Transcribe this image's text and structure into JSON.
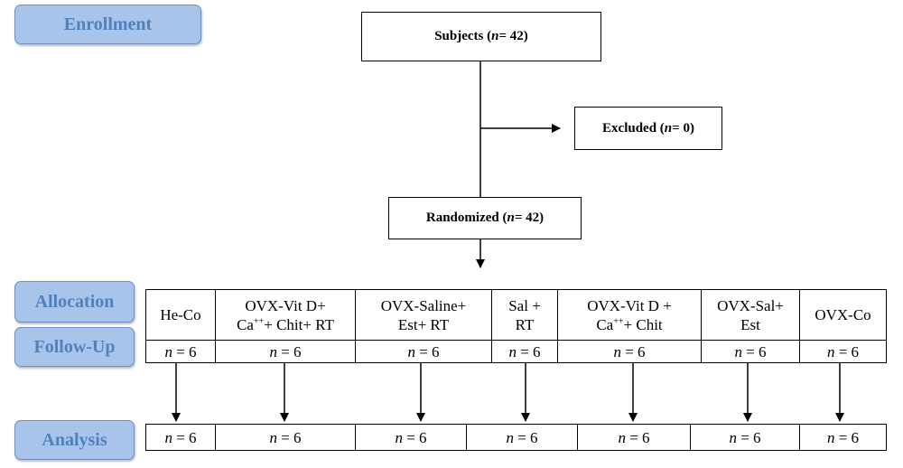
{
  "stages": {
    "enrollment": "Enrollment",
    "allocation": "Allocation",
    "follow_up": "Follow-Up",
    "analysis": "Analysis"
  },
  "subjects": {
    "label": "Subjects",
    "n_text": "n",
    "eq": " = 42"
  },
  "excluded": {
    "label": "Excluded",
    "n_text": "n",
    "eq": " = 0"
  },
  "randomized": {
    "label": "Randomized",
    "n_text": "n",
    "eq": " = 42"
  },
  "groups": [
    {
      "line1": "He-Co",
      "line2": "",
      "ca": false,
      "n": "n",
      "count": "= 6",
      "analysis_n": "n",
      "analysis_count": "= 6"
    },
    {
      "line1": "OVX-Vit D+",
      "line2_pre": "Ca",
      "sup": "++",
      "line2_post": "+ Chit+ RT",
      "ca": true,
      "n": "n",
      "count": "= 6",
      "analysis_n": "n",
      "analysis_count": "= 6"
    },
    {
      "line1": "OVX-Saline+",
      "line2": "Est+ RT",
      "ca": false,
      "n": "n",
      "count": "= 6",
      "analysis_n": "n",
      "analysis_count": "= 6"
    },
    {
      "line1": "Sal +",
      "line2": "RT",
      "ca": false,
      "n": "n",
      "count": "= 6",
      "analysis_n": "n",
      "analysis_count": "= 6"
    },
    {
      "line1": "OVX-Vit D +",
      "line2_pre": "Ca",
      "sup": "++",
      "line2_post": "+ Chit",
      "ca": true,
      "n": "n",
      "count": "= 6",
      "analysis_n": "n",
      "analysis_count": "= 6"
    },
    {
      "line1": "OVX-Sal+",
      "line2": "Est",
      "ca": false,
      "n": "n",
      "count": "= 6",
      "analysis_n": "n",
      "analysis_count": "= 6"
    },
    {
      "line1": "OVX-Co",
      "line2": "",
      "ca": false,
      "n": "n",
      "count": "= 6",
      "analysis_n": "n",
      "analysis_count": "= 6"
    }
  ],
  "colors": {
    "stage_fill": "#a9c4ea",
    "stage_text": "#4f81bd",
    "line": "#000000"
  }
}
